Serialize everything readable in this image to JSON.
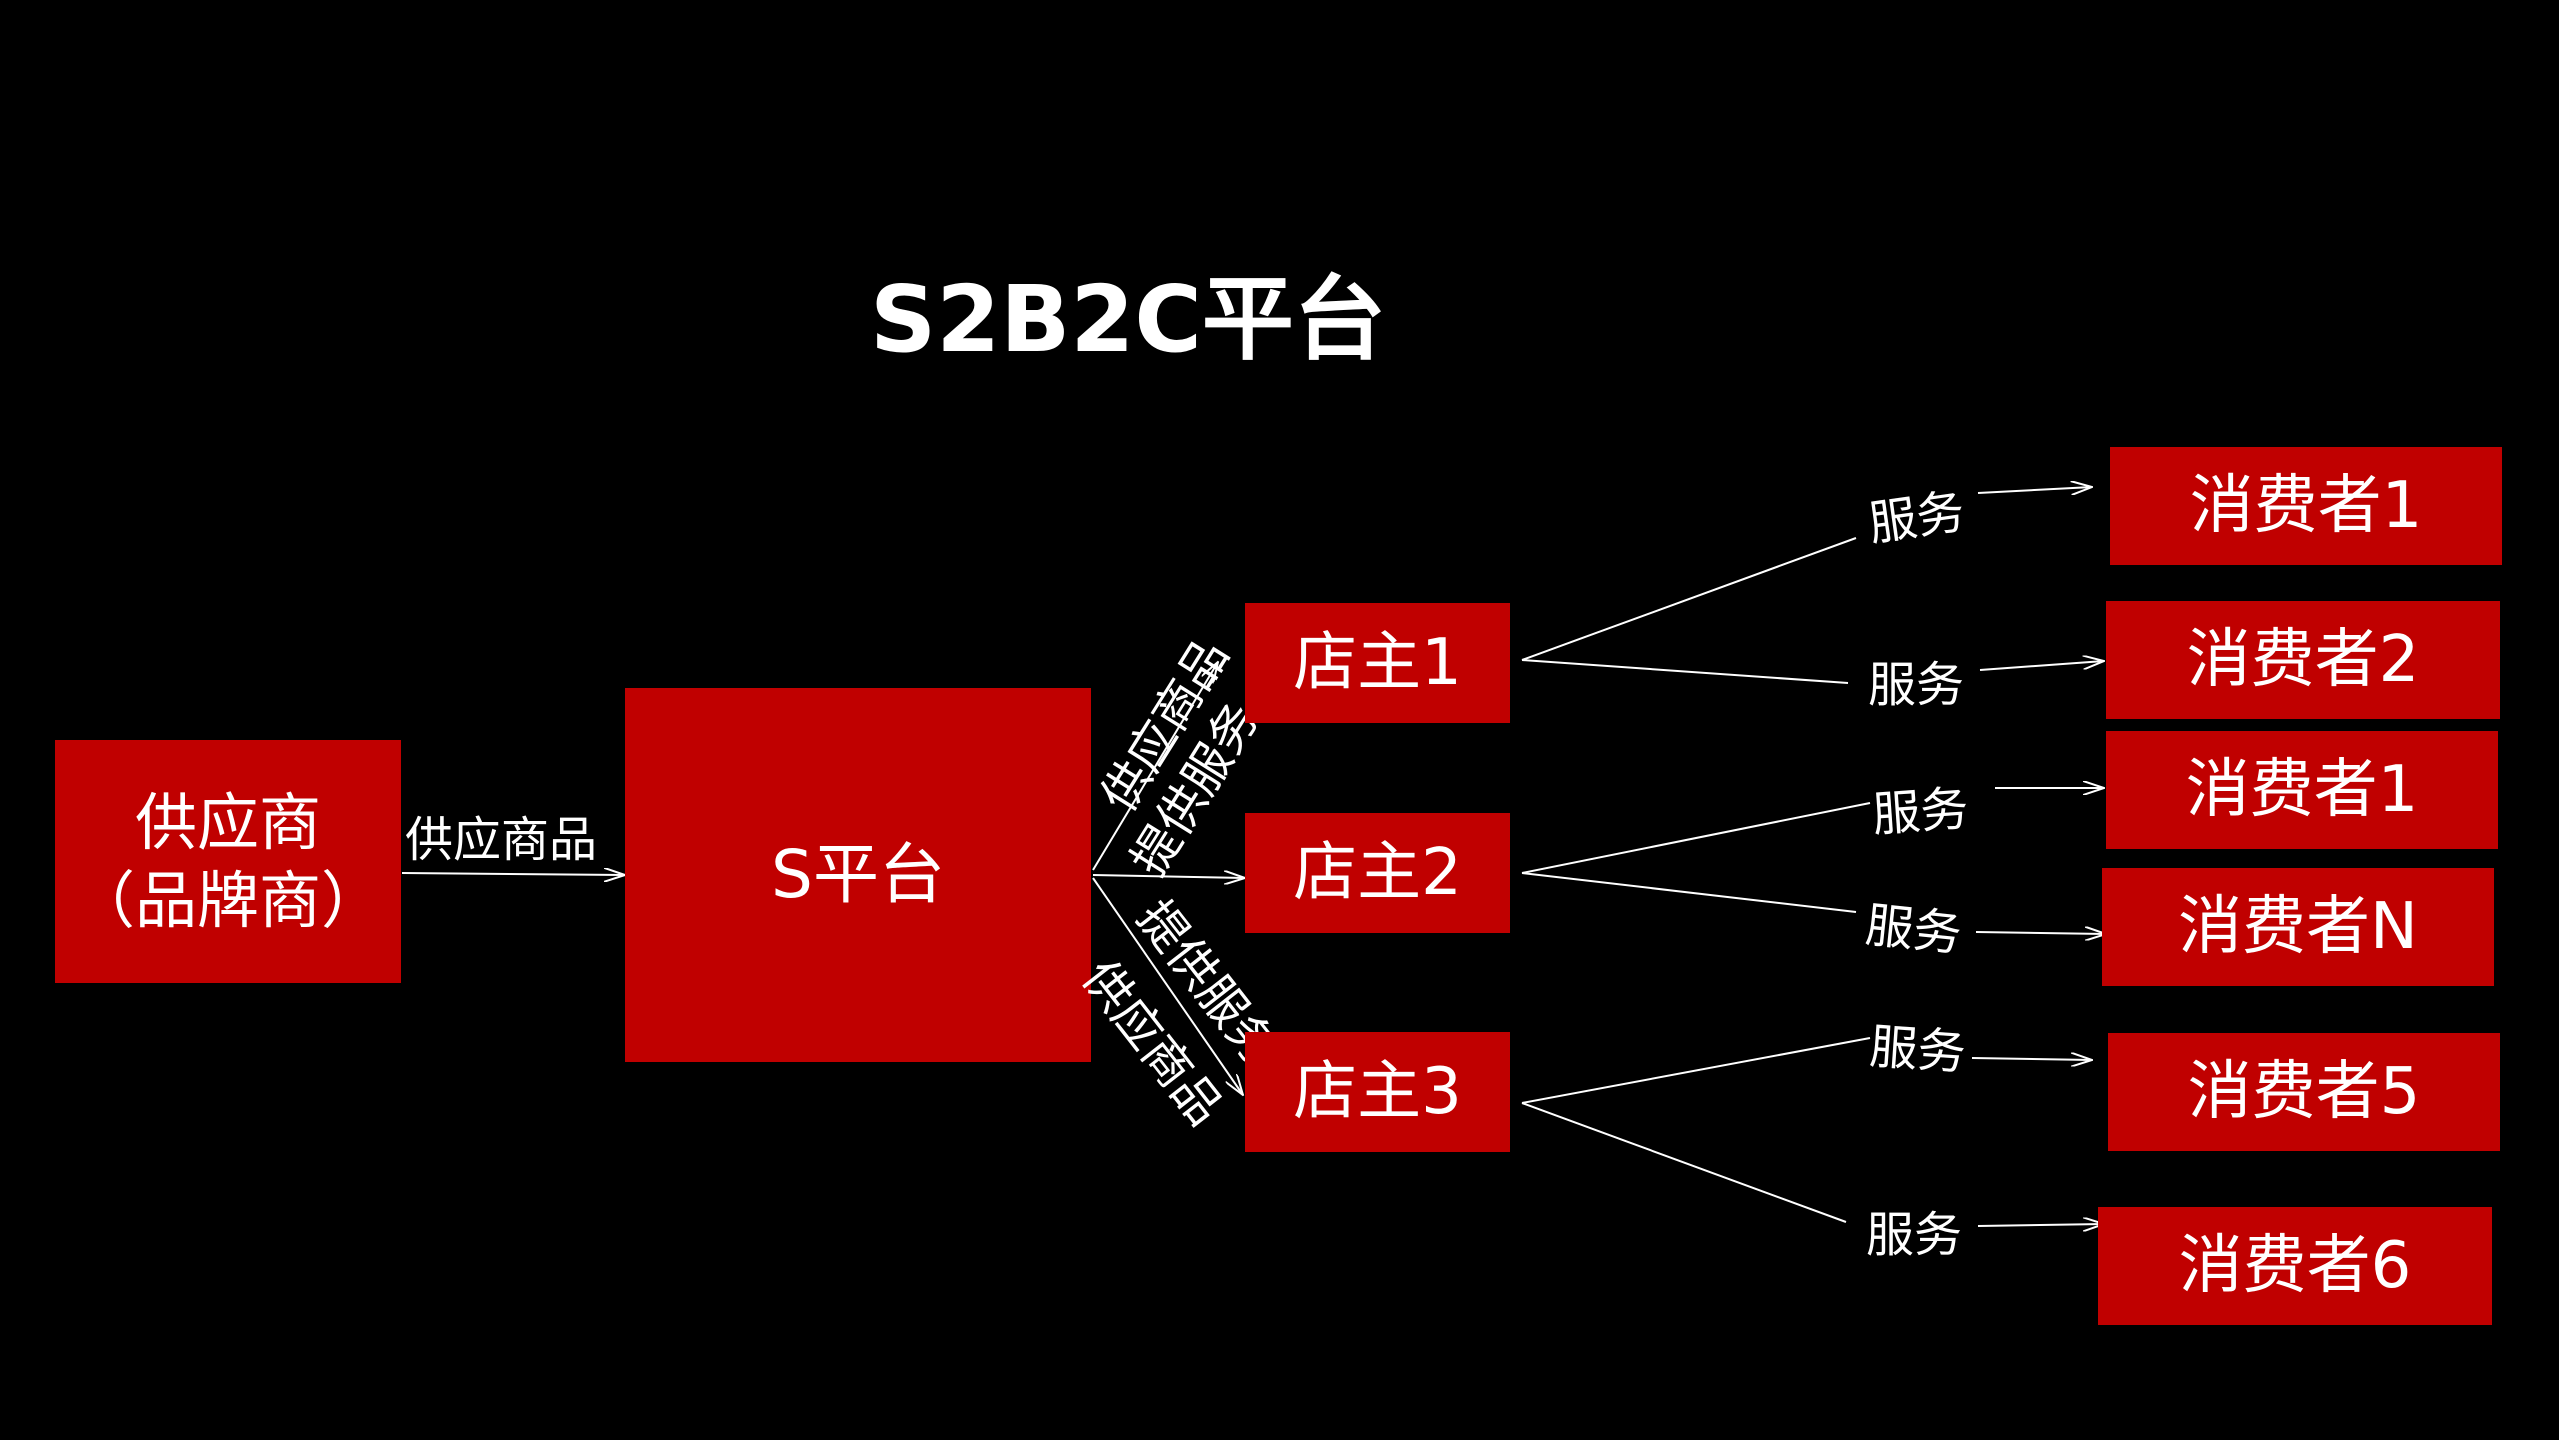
{
  "title": "S2B2C平台",
  "supplier": {
    "line1": "供应商",
    "line2": "（品牌商）"
  },
  "platform": {
    "label": "S平台"
  },
  "flows": {
    "supply_goods": "供应商品",
    "provide_service": "提供服务",
    "service": "服务"
  },
  "shops": [
    {
      "label": "店主1"
    },
    {
      "label": "店主2"
    },
    {
      "label": "店主3"
    }
  ],
  "consumers": [
    {
      "label": "消费者1"
    },
    {
      "label": "消费者2"
    },
    {
      "label": "消费者1"
    },
    {
      "label": "消费者N"
    },
    {
      "label": "消费者5"
    },
    {
      "label": "消费者6"
    }
  ],
  "colors": {
    "background": "#000000",
    "box": "#c00000",
    "text": "#ffffff",
    "line": "#ffffff"
  }
}
